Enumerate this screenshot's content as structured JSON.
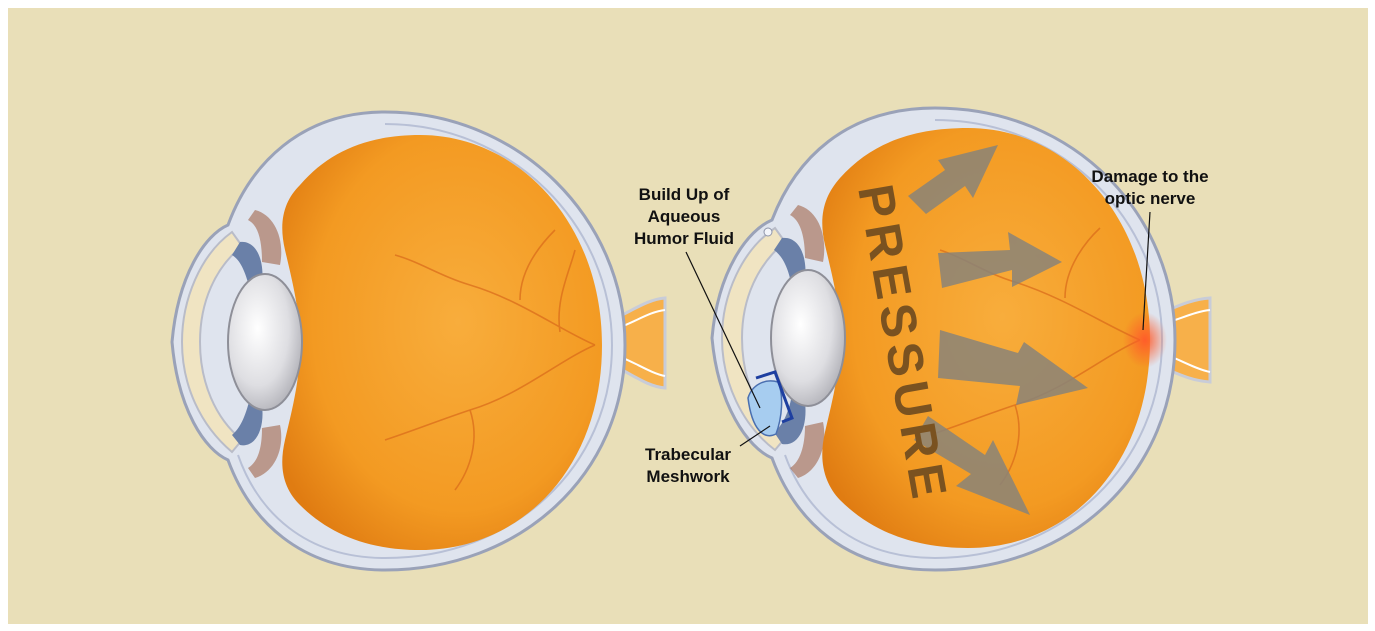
{
  "labels": {
    "fluid_line1": "Build Up of",
    "fluid_line2": "Aqueous",
    "fluid_line3": "Humor Fluid",
    "mesh_line1": "Trabecular",
    "mesh_line2": "Meshwork",
    "nerve_line1": "Damage to the",
    "nerve_line2": "optic nerve",
    "pressure": "PRESSURE"
  },
  "colors": {
    "background": "#e9dfb8",
    "vitreous": "#f4a028",
    "vitreous_dark": "#e88a18",
    "sclera": "#dfe4ee",
    "lens": "#e2e2e4",
    "arrow": "#8a8478",
    "pressure_text": "#7a5220",
    "damage": "#e8502c",
    "fluid": "#a7cdf0"
  }
}
